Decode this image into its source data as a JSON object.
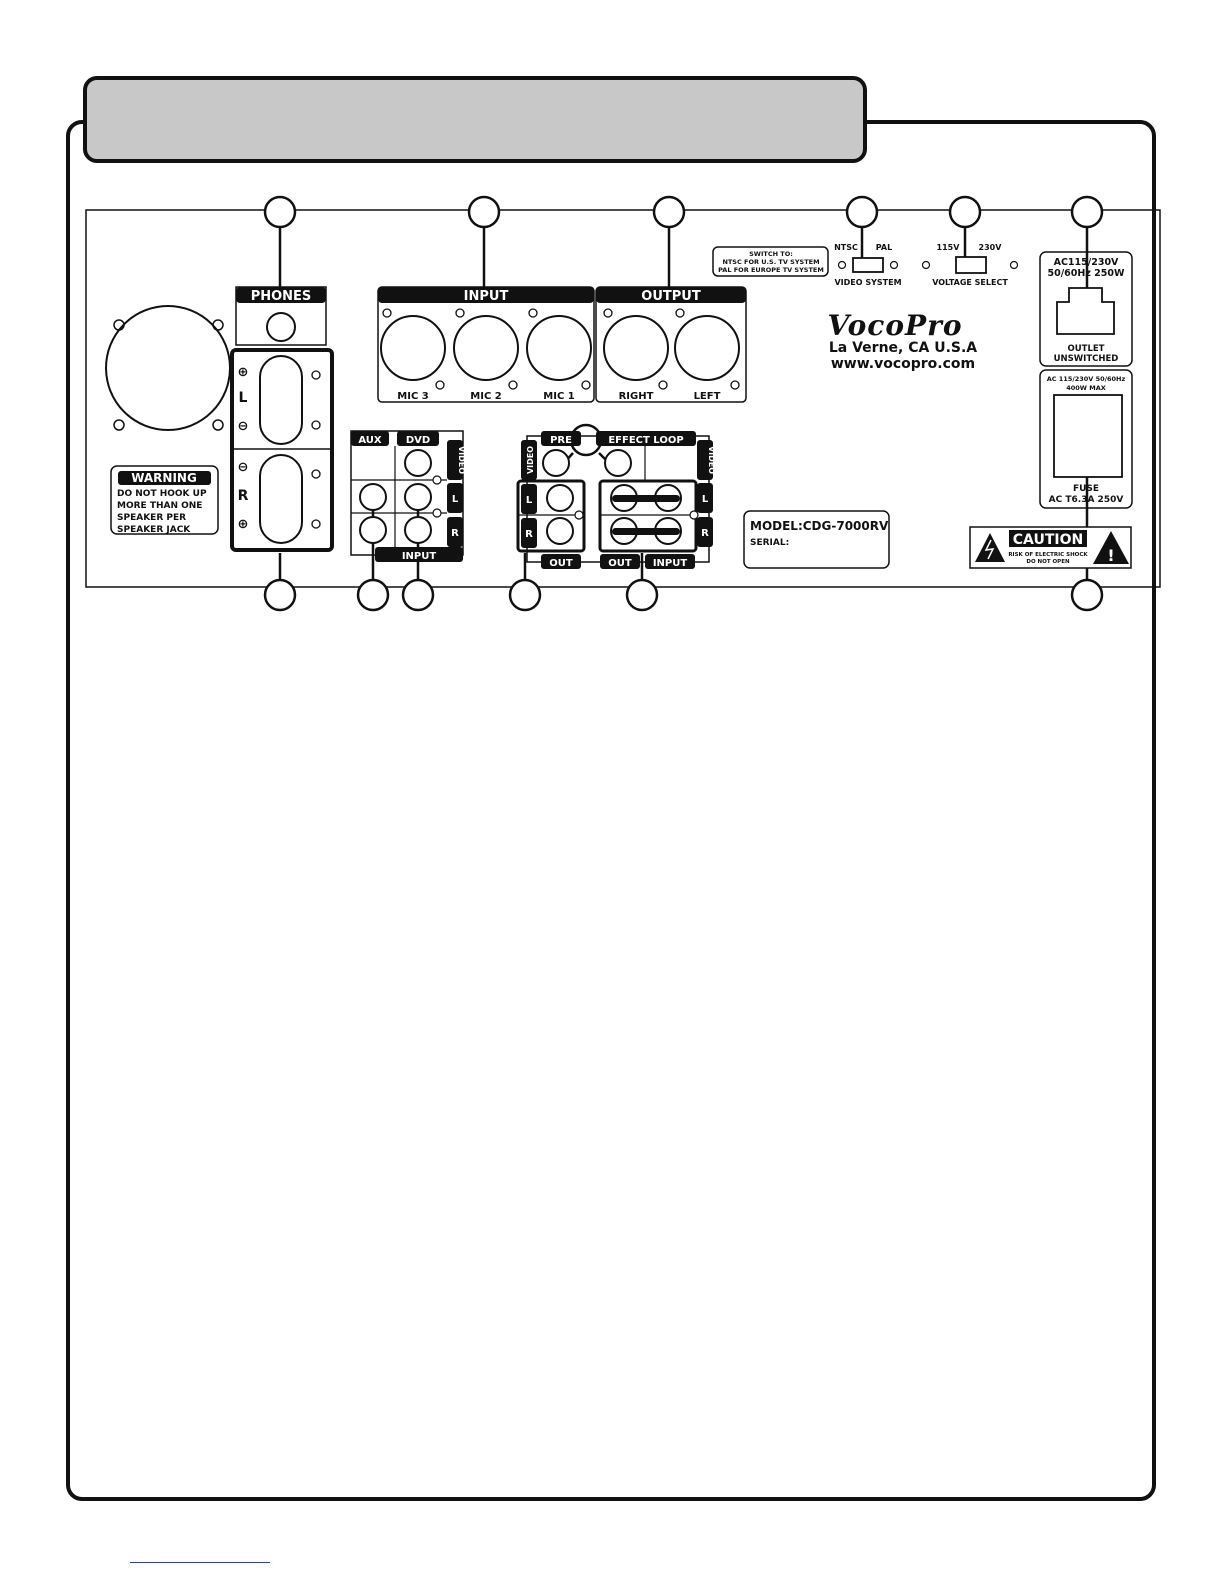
{
  "panel": {
    "header_labels": {
      "phones": "PHONES",
      "input": "INPUT",
      "output": "OUTPUT",
      "aux": "AUX",
      "dvd": "DVD",
      "pre": "PRE",
      "effect_loop": "EFFECT LOOP",
      "video": "VIDEO",
      "out": "OUT",
      "input_small": "INPUT"
    },
    "xlr_labels": [
      "MIC 3",
      "MIC 2",
      "MIC 1",
      "RIGHT",
      "LEFT"
    ],
    "speaker": {
      "L": "L",
      "R": "R",
      "plus": "⊕",
      "minus": "⊖"
    },
    "channel_L": "L",
    "channel_R": "R",
    "switch_note": [
      "SWITCH TO:",
      "NTSC FOR U.S. TV SYSTEM",
      "PAL FOR EUROPE TV SYSTEM"
    ],
    "video_switch": {
      "left": "NTSC",
      "right": "PAL",
      "label": "VIDEO SYSTEM"
    },
    "voltage_switch": {
      "left": "115V",
      "right": "230V",
      "label": "VOLTAGE SELECT"
    },
    "brand": {
      "logo": "VocoPro",
      "city": "La Verne, CA U.S.A",
      "url": "www.vocopro.com"
    },
    "outlet": {
      "top1": "AC115/230V",
      "top2": "50/60Hz 250W",
      "bottom1": "OUTLET",
      "bottom2": "UNSWITCHED"
    },
    "fuse": {
      "top1": "AC 115/230V 50/60Hz",
      "top2": "400W MAX",
      "bottom1": "FUSE",
      "bottom2": "AC T6.3A 250V"
    },
    "warning": {
      "title": "WARNING",
      "lines": [
        "DO NOT HOOK UP",
        "MORE THAN ONE",
        "SPEAKER PER",
        "SPEAKER JACK"
      ]
    },
    "model": {
      "model_line": "MODEL:CDG-7000RV",
      "serial_line": "SERIAL:"
    },
    "caution": {
      "title": "CAUTION",
      "line1": "RISK OF ELECTRIC SHOCK",
      "line2": "DO NOT OPEN"
    }
  },
  "colors": {
    "header_bar": "#c8c8c8",
    "ink": "#111111"
  }
}
